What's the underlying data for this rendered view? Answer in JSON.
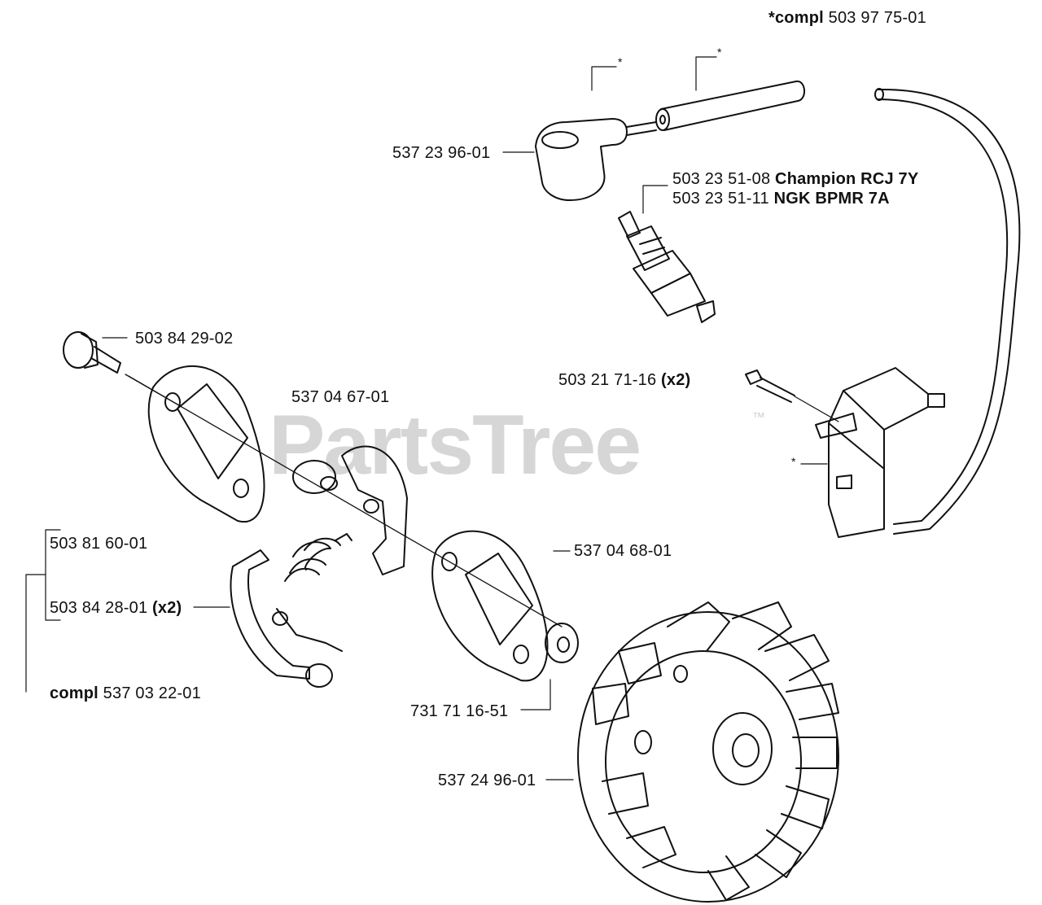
{
  "watermark": {
    "text": "PartsTree",
    "trademark": "™"
  },
  "kit_header": {
    "prefix": "*compl",
    "number": "503 97 75-01"
  },
  "callouts": [
    {
      "id": "plug-cap",
      "number": "537 23 96-01"
    },
    {
      "id": "spark-plug-champion",
      "number": "503 23 51-08",
      "note": "Champion RCJ 7Y"
    },
    {
      "id": "spark-plug-ngk",
      "number": "503 23 51-11",
      "note": "NGK BPMR 7A"
    },
    {
      "id": "clutch-screw",
      "number": "503 84 29-02"
    },
    {
      "id": "clutch-shoe",
      "number": "537 04 67-01"
    },
    {
      "id": "ignition-screw",
      "number": "503 21 71-16",
      "qty": "(x2)"
    },
    {
      "id": "clutch-spring",
      "number": "503 81 60-01"
    },
    {
      "id": "clutch-shoe-pair",
      "number": "503 84 28-01",
      "qty": "(x2)"
    },
    {
      "id": "clutch-plate",
      "number": "537 04 68-01"
    },
    {
      "id": "clutch-assembly",
      "prefix": "compl",
      "number": "537 03 22-01"
    },
    {
      "id": "washer",
      "number": "731 71 16-51"
    },
    {
      "id": "flywheel",
      "number": "537 24 96-01"
    }
  ],
  "kit_markers": [
    "*",
    "*",
    "*"
  ]
}
